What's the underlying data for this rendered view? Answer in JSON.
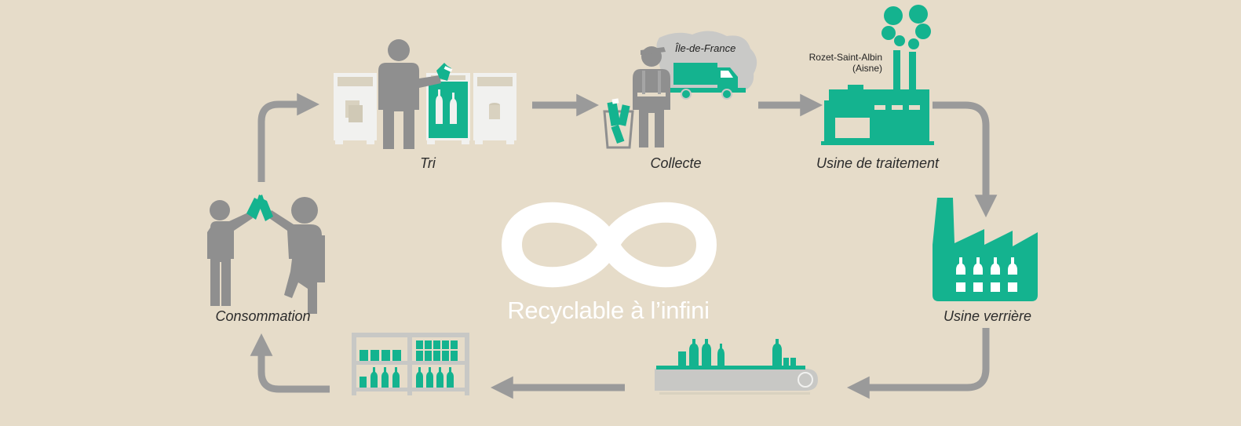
{
  "colors": {
    "background": "#e6dcc9",
    "accent": "#14b38f",
    "figure": "#8f8f8f",
    "arrow": "#9a9a9a",
    "bin": "#f1f1ef",
    "infinity": "#ffffff"
  },
  "steps": [
    {
      "id": "tri",
      "label": "Tri",
      "icon": "sorting-bins-icon"
    },
    {
      "id": "collecte",
      "label": "Collecte",
      "icon": "collection-worker-icon"
    },
    {
      "id": "usine-traitement",
      "label": "Usine de traitement",
      "icon": "treatment-plant-icon"
    },
    {
      "id": "usine-verriere",
      "label": "Usine verrière",
      "icon": "glassworks-factory-icon"
    },
    {
      "id": "conditionnement",
      "label": "",
      "icon": "conveyor-belt-icon"
    },
    {
      "id": "distribution",
      "label": "",
      "icon": "store-shelves-icon"
    },
    {
      "id": "consommation",
      "label": "Consommation",
      "icon": "people-toasting-icon"
    }
  ],
  "collecte_region": "Île-de-France",
  "plant_location": {
    "line1": "Rozet-Saint-Albin",
    "line2": "(Aisne)"
  },
  "center": {
    "symbol": "infinity-icon",
    "text": "Recyclable à l’infini"
  }
}
